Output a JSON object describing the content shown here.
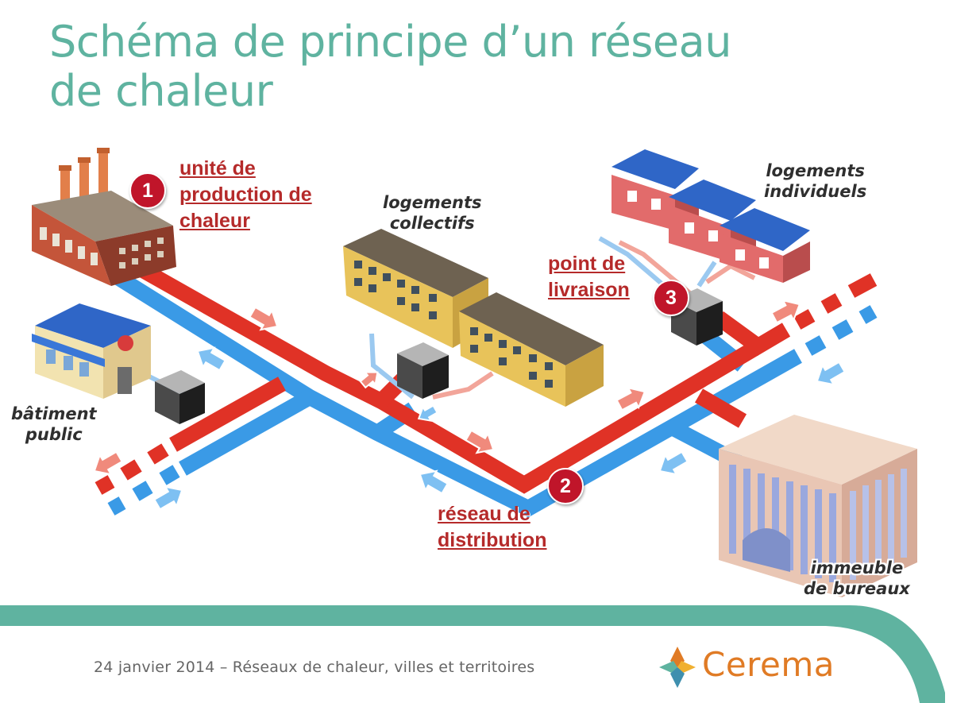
{
  "title": {
    "line1": "Schéma de principe d’un réseau",
    "line2": "de chaleur"
  },
  "badges": {
    "one": "1",
    "two": "2",
    "three": "3"
  },
  "key_labels": {
    "production": {
      "line1": "unité de",
      "line2": "production de",
      "line3": "chaleur"
    },
    "distribution": {
      "line1": "réseau de",
      "line2": "distribution"
    },
    "delivery": {
      "line1": "point de",
      "line2": "livraison"
    }
  },
  "labels": {
    "collective": {
      "line1": "logements",
      "line2": "collectifs"
    },
    "individual": {
      "line1": "logements",
      "line2": "individuels"
    },
    "public": {
      "line1": "bâtiment",
      "line2": "public"
    },
    "offices": {
      "line1": "immeuble",
      "line2": "de bureaux"
    }
  },
  "footer": {
    "text": "24 janvier 2014 – Réseaux de chaleur, villes et territoires",
    "logo": "Cerema"
  },
  "colors": {
    "title": "#5fb3a0",
    "hot_pipe": "#e03226",
    "cold_pipe": "#3a9ae6",
    "badge": "#c0152a",
    "key_text": "#b52a2a",
    "band": "#5fb3a0",
    "logo": "#e07b25"
  }
}
